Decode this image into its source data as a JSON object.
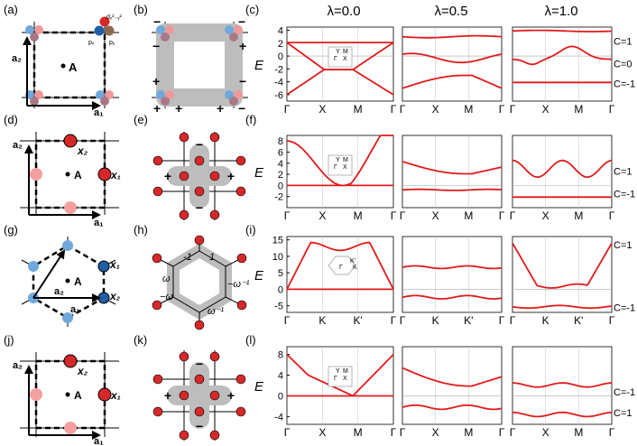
{
  "panel_labels": [
    "(a)",
    "(b)",
    "(c)",
    "(d)",
    "(e)",
    "(f)",
    "(g)",
    "(h)",
    "(i)",
    "(j)",
    "(k)",
    "(l)"
  ],
  "column_headers": [
    "λ=0.0",
    "λ=0.5",
    "λ=1.0"
  ],
  "lattice": {
    "A": "A",
    "a1": "a₁",
    "a2": "a₂",
    "x1": "x₁",
    "x2": "x₂",
    "orbital_dxy": "dₓ²₋ᵧ²",
    "orbital_px": "pₓ",
    "orbital_py": "pᵧ",
    "hex_phases": {
      "minus_one": "-1",
      "one": "1",
      "omega": "ω",
      "minus_omega": "−ω",
      "omega_inv": "ω⁻¹",
      "minus_omega_inv": "−ω⁻¹"
    },
    "plus": "+",
    "minus": "−"
  },
  "bz_inset": {
    "Y": "Y",
    "M": "M",
    "G": "Γ",
    "X": "X",
    "K": "K",
    "Kp": "K'"
  },
  "chart_data": [
    {
      "id": "c",
      "type": "line",
      "ylabel": "E",
      "ylim": [
        -7,
        4.5
      ],
      "yticks": [
        4,
        2,
        0,
        -2,
        -4,
        -6
      ],
      "xticks": [
        "Γ",
        "X",
        "M",
        "Γ"
      ],
      "chern": [
        {
          "label": "C=1",
          "y": 2.3
        },
        {
          "label": "C=0",
          "y": -1.2
        },
        {
          "label": "C=-1",
          "y": -4.3
        }
      ]
    },
    {
      "id": "f",
      "type": "line",
      "ylabel": "E",
      "ylim": [
        -4,
        9
      ],
      "yticks": [
        8,
        6,
        4,
        2,
        0,
        -2
      ],
      "xticks": [
        "Γ",
        "X",
        "M",
        "Γ"
      ],
      "chern": [
        {
          "label": "C=1",
          "y": 2.6
        },
        {
          "label": "C=-1",
          "y": -1.5
        }
      ]
    },
    {
      "id": "i",
      "type": "line",
      "ylabel": "E",
      "ylim": [
        -7,
        16
      ],
      "yticks": [
        15,
        10,
        5,
        0,
        -5
      ],
      "xticks": [
        "Γ",
        "K",
        "K'",
        "Γ"
      ],
      "chern": [
        {
          "label": "C=1",
          "y": 13.5
        },
        {
          "label": "C=-1",
          "y": -5.5
        }
      ]
    },
    {
      "id": "l",
      "type": "line",
      "ylabel": "E",
      "ylim": [
        -5.5,
        9.5
      ],
      "yticks": [
        8,
        4,
        0,
        -4
      ],
      "xticks": [
        "Γ",
        "X",
        "M",
        "Γ"
      ],
      "chern": [
        {
          "label": "C=-1",
          "y": 0.8
        },
        {
          "label": "C=1",
          "y": -3.2
        }
      ]
    }
  ]
}
